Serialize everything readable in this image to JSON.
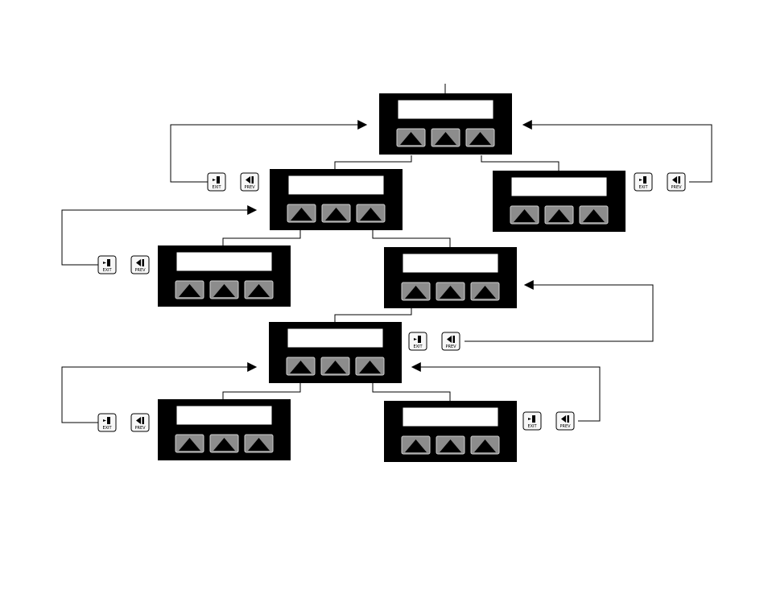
{
  "diagram": {
    "panels": [
      {
        "id": "root"
      },
      {
        "id": "level1-left"
      },
      {
        "id": "level1-right"
      },
      {
        "id": "level2-left"
      },
      {
        "id": "level2-right"
      },
      {
        "id": "level3-center"
      },
      {
        "id": "level4-left"
      },
      {
        "id": "level4-right"
      }
    ],
    "softkey_icon": "up-triangle-icon",
    "buttons": {
      "exit_label": "EXIT",
      "prev_label": "PREV",
      "exit_icon": "door-exit-icon",
      "prev_icon": "back-arrow-icon"
    },
    "colors": {
      "bezel": "#000000",
      "lcd": "#ffffff",
      "softkey": "#8c8c8c",
      "button": "#f7f7f7"
    }
  }
}
